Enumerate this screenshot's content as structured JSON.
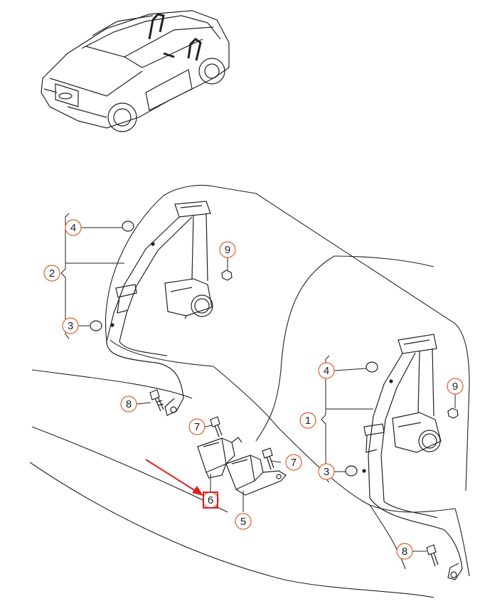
{
  "diagram": {
    "callouts": [
      {
        "id": "c4a",
        "label": "4"
      },
      {
        "id": "c2",
        "label": "2"
      },
      {
        "id": "c3a",
        "label": "3"
      },
      {
        "id": "c9a",
        "label": "9"
      },
      {
        "id": "c8a",
        "label": "8"
      },
      {
        "id": "c7a",
        "label": "7"
      },
      {
        "id": "c7b",
        "label": "7"
      },
      {
        "id": "c6",
        "label": "6"
      },
      {
        "id": "c5",
        "label": "5"
      },
      {
        "id": "c4b",
        "label": "4"
      },
      {
        "id": "c1",
        "label": "1"
      },
      {
        "id": "c3b",
        "label": "3"
      },
      {
        "id": "c9b",
        "label": "9"
      },
      {
        "id": "c8b",
        "label": "8"
      }
    ],
    "colors": {
      "line": "#222222",
      "callout_ring": "#e0602a",
      "highlight": "#e02020",
      "arrow": "#e02020"
    },
    "highlighted_callout": "6"
  }
}
